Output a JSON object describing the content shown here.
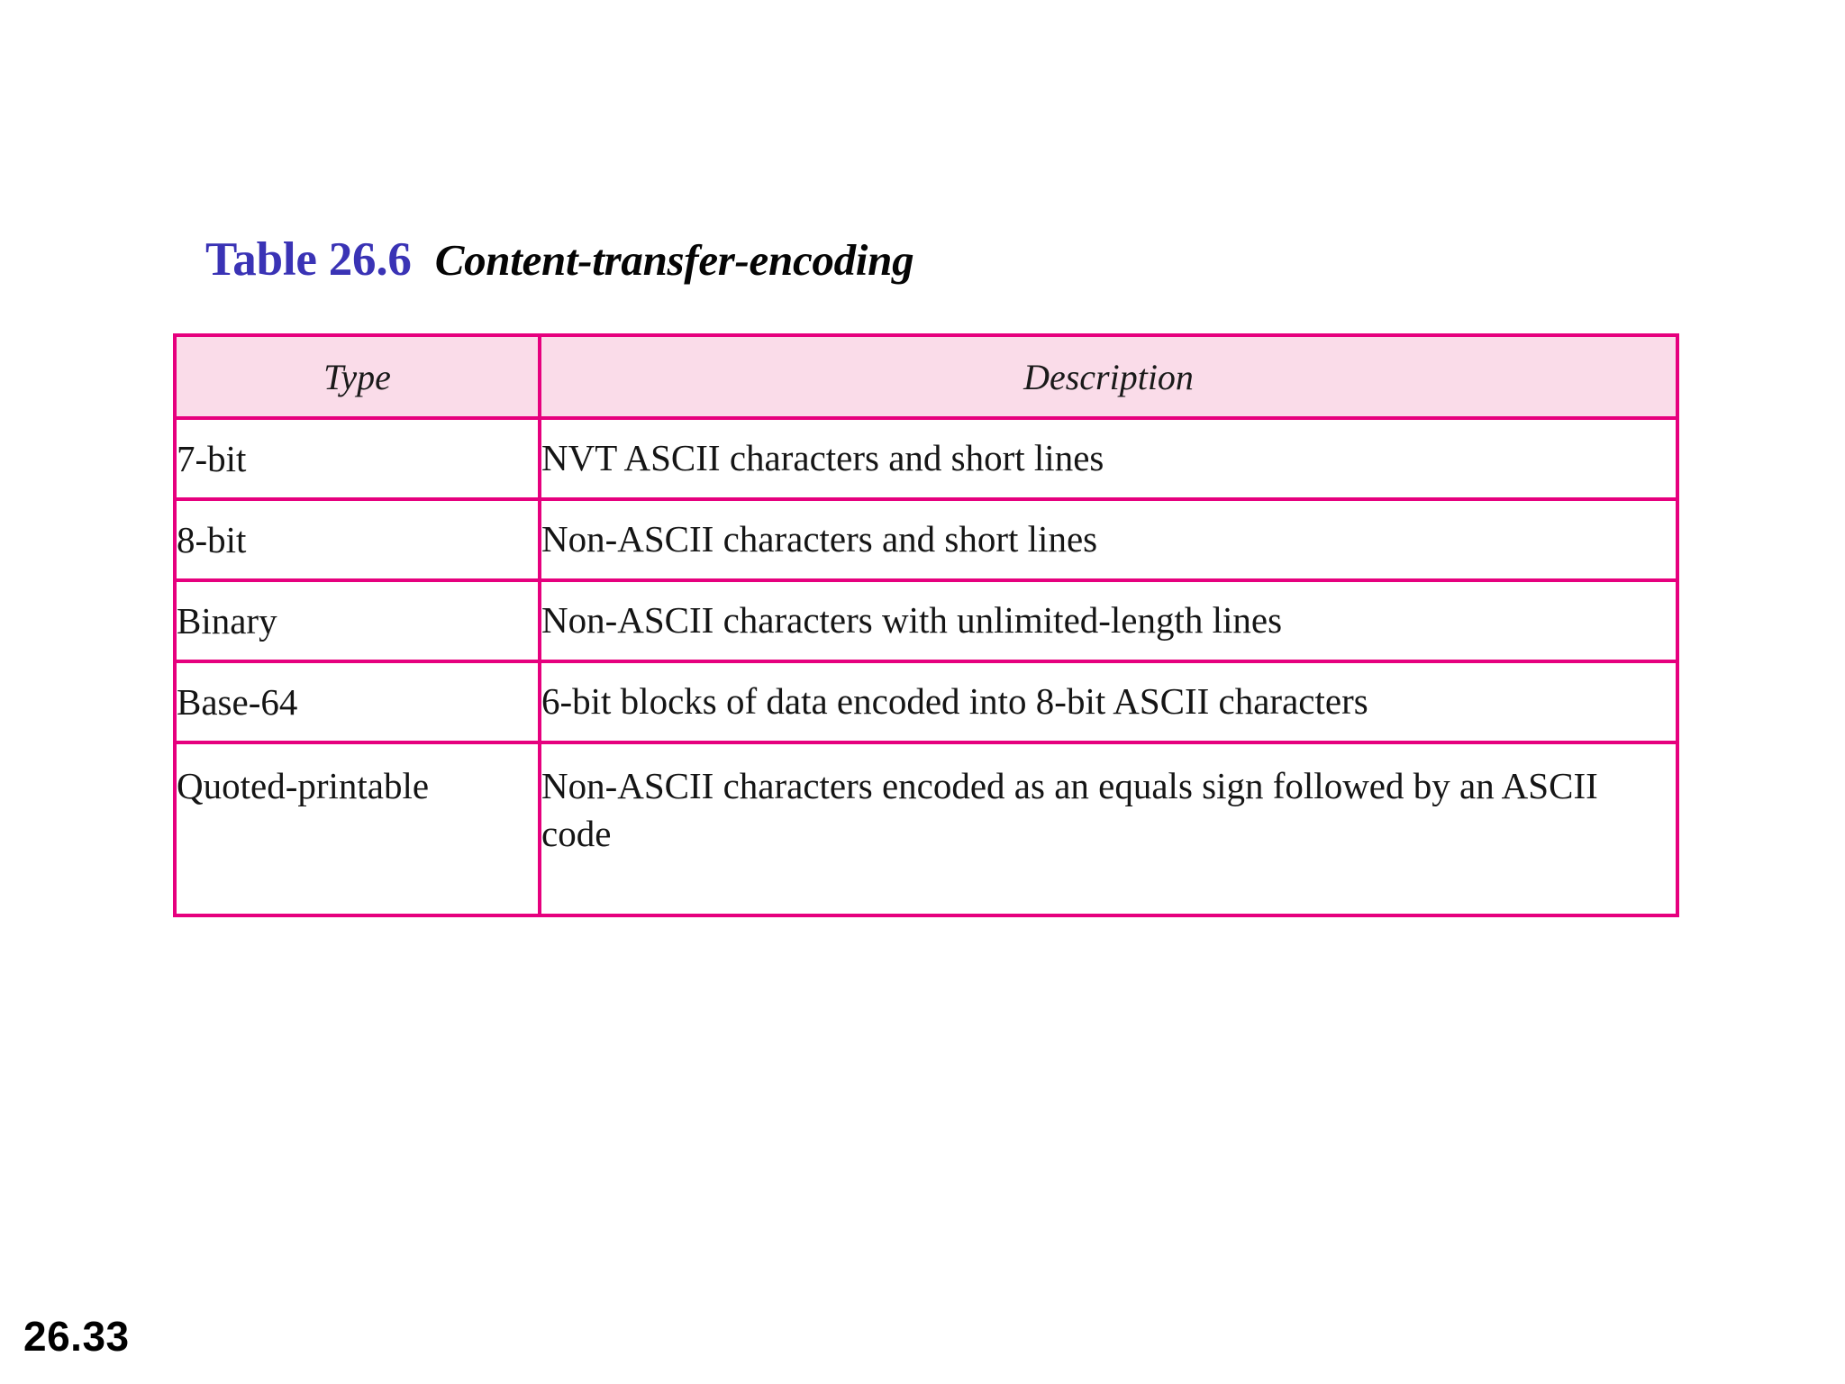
{
  "slide": {
    "background_color": "#ffffff",
    "number": "26.33"
  },
  "caption": {
    "label": "Table 26.6",
    "label_color": "#3a33b5",
    "title": "Content-transfer-encoding",
    "title_color": "#050505"
  },
  "table": {
    "border_color": "#e6007e",
    "header_background": "#fadce9",
    "body_background": "#ffffff",
    "headers": [
      "Type",
      "Description"
    ],
    "rows": [
      {
        "type": "7-bit",
        "description": "NVT ASCII characters and short lines"
      },
      {
        "type": "8-bit",
        "description": "Non-ASCII characters and short lines"
      },
      {
        "type": "Binary",
        "description": "Non-ASCII characters with unlimited-length lines"
      },
      {
        "type": "Base-64",
        "description": "6-bit blocks of data encoded into 8-bit ASCII characters"
      },
      {
        "type": "Quoted-printable",
        "description": "Non-ASCII characters encoded as an equals sign followed by an ASCII code"
      }
    ]
  }
}
